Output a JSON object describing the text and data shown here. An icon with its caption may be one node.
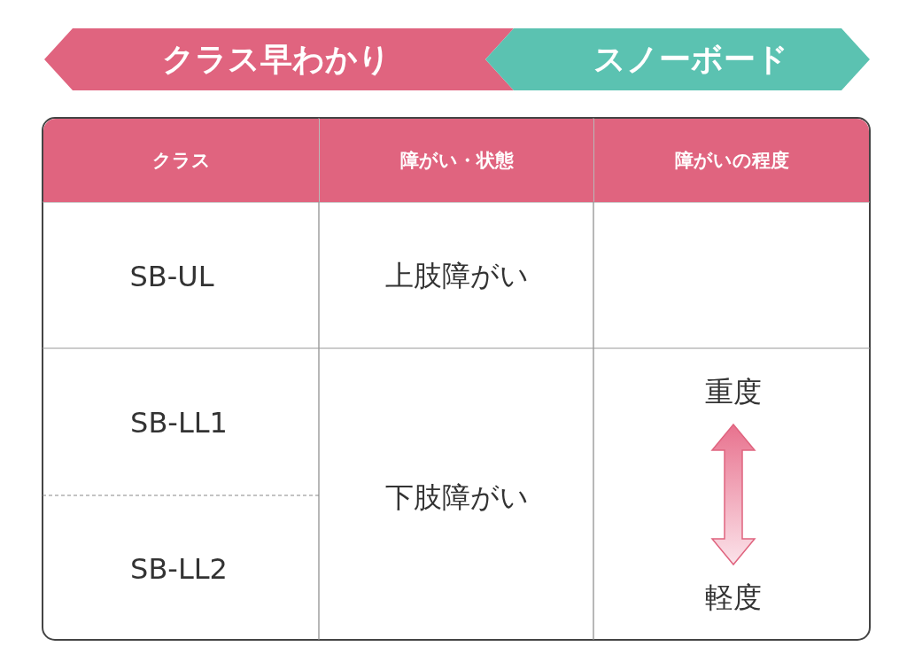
{
  "diagram": {
    "nodes": [
      {
        "text": [
          "クラス早わかり"
        ]
      },
      {
        "text": [
          "スノーボード"
        ]
      }
    ],
    "labels": [
      "クラス",
      "障がい・状態",
      "障がいの程度",
      "SB-UL",
      "上肢障がい",
      "SB-LL1",
      "下肢障がい",
      "重度",
      "SB-LL2",
      "軽度"
    ]
  }
}
